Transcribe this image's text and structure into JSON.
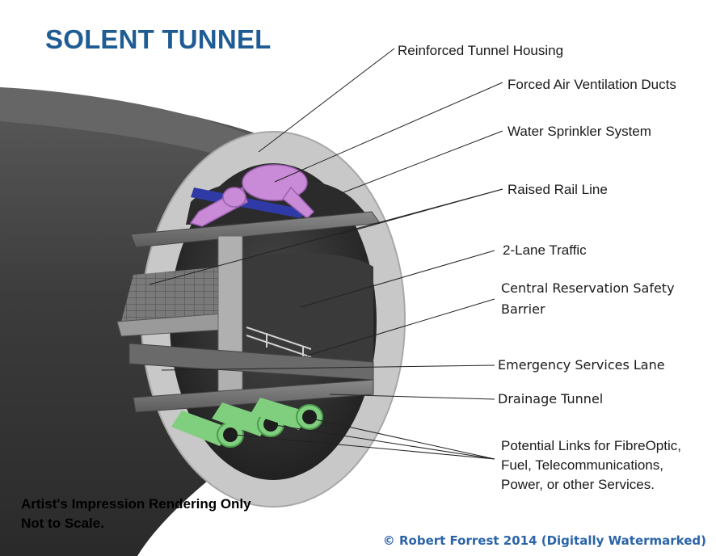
{
  "title": "SOLENT TUNNEL",
  "labels": {
    "housing": "Reinforced Tunnel Housing",
    "ventilation": "Forced Air Ventilation Ducts",
    "sprinkler": "Water Sprinkler System",
    "rail": "Raised Rail Line",
    "traffic": "2-Lane Traffic",
    "barrier_line1": "Central Reservation Safety",
    "barrier_line2": "Barrier",
    "emergency": "Emergency Services Lane",
    "drainage": "Drainage Tunnel",
    "links_line1": "Potential Links for FibreOptic,",
    "links_line2": "Fuel, Telecommunications,",
    "links_line3": "Power, or other Services."
  },
  "notes": {
    "line1": "Artist's Impression Rendering Only",
    "line2": "Not to Scale."
  },
  "copyright": "© Robert Forrest 2014 (Digitally Watermarked)",
  "colors": {
    "title": "#1f5c94",
    "copyright": "#2b64a8",
    "tunnel_body": "#3d3d3d",
    "ring": "#c8c8c8",
    "ducts": "#c98ad8",
    "sprinkler_pipe": "#2f3aa6",
    "service_pipes": "#7fcf7f"
  }
}
